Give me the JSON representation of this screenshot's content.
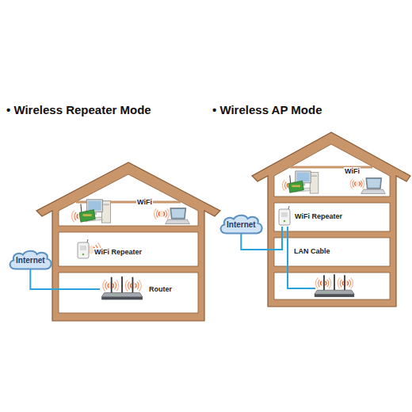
{
  "diagram": {
    "nodes": [
      {
        "text": [
          "Internet"
        ]
      },
      {
        "text": [
          "Router"
        ]
      },
      {
        "text": [
          "Internet"
        ]
      },
      {
        "text": [
          "WiFi Repeater"
        ]
      }
    ],
    "edges": [
      {
        "from": 0,
        "to": 1,
        "arrow": "none"
      },
      {
        "from": 2,
        "to": 3,
        "arrow": "none"
      }
    ],
    "labels": [
      "• Wireless Repeater Mode",
      "WiFi",
      "WiFi Repeater",
      "• Wireless AP Mode",
      "WiFi",
      "LAN Cable"
    ]
  }
}
